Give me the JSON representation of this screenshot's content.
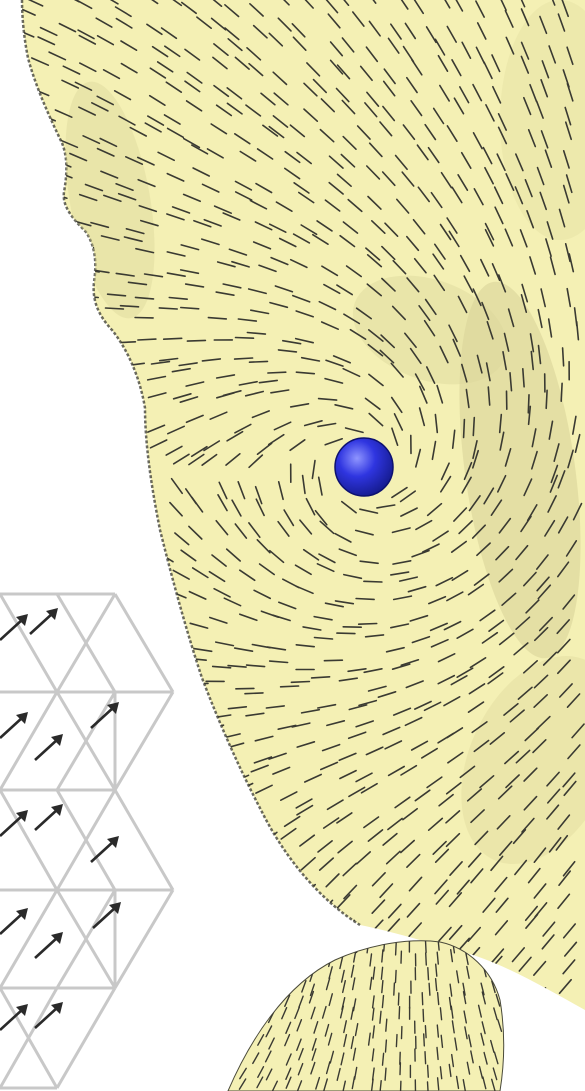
{
  "figure": {
    "surface_color": "#f4f0b4",
    "surface_shadow_color": "#d9d59a",
    "stroke_color": "#3a3a32",
    "singularity_color": "#2f35e0",
    "mesh_color": "#c8c8c8",
    "arrow_color": "#2a2a2a",
    "regions": [
      "head-surface",
      "shoulder-surface",
      "triangle-mesh"
    ],
    "glyphs": [
      "direction-field-stroke",
      "singularity-point",
      "mesh-vector-arrow"
    ]
  }
}
